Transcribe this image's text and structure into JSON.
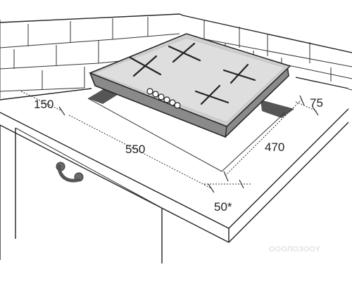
{
  "dimensions": {
    "left_offset": "150",
    "cutout_width": "550",
    "cutout_depth": "470",
    "back_offset": "75",
    "front_offset": "50*"
  },
  "watermark": "OOOЛОЗОOY",
  "hob": {
    "burner_count": 4,
    "control_knob_count": 6
  }
}
